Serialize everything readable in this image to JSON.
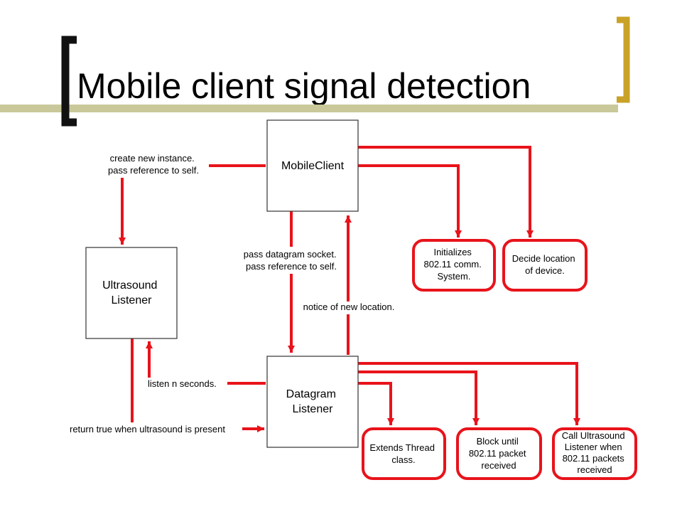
{
  "slide": {
    "title": "Mobile client signal detection"
  },
  "colors": {
    "title_bar": "#c8c89a",
    "bracket_left": "#111111",
    "bracket_right": "#c9a227",
    "arrow": "#e8131b",
    "box_border": "#333333"
  },
  "nodes": {
    "mobile_client": [
      "MobileClient"
    ],
    "ultrasound_listener": [
      "Ultrasound",
      "Listener"
    ],
    "datagram_listener": [
      "Datagram",
      "Listener"
    ],
    "init_comm": [
      "Initializes",
      "802.11 comm.",
      "System."
    ],
    "decide_location": [
      "Decide location",
      "of device."
    ],
    "extends_thread": [
      "Extends Thread",
      "class."
    ],
    "block_until": [
      "Block until",
      "802.11 packet",
      "received"
    ],
    "call_ultrasound": [
      "Call Ultrasound",
      "Listener when",
      "802.11 packets",
      "received"
    ]
  },
  "edge_labels": {
    "create_instance": [
      "create new instance.",
      "pass reference to self."
    ],
    "pass_socket": [
      "pass datagram socket.",
      "pass reference to self."
    ],
    "notice_location": [
      "notice of new location."
    ],
    "listen_n": [
      "listen n seconds."
    ],
    "return_true": [
      "return true when ultrasound is present"
    ]
  }
}
